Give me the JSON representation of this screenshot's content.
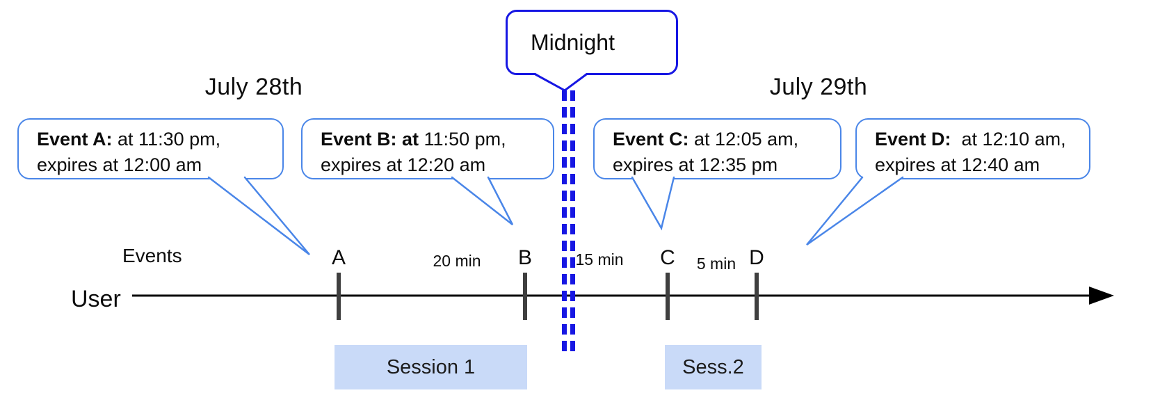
{
  "dates": {
    "left": "July 28th",
    "right": "July 29th"
  },
  "midnight_callout": {
    "label": "Midnight"
  },
  "event_callouts": [
    {
      "bold": "Event A:",
      "line1_rest": " at 11:30 pm,",
      "line2": "expires at 12:00 am"
    },
    {
      "bold": "Event B: at",
      "line1_rest": " 11:50 pm,",
      "line2": "expires at 12:20 am"
    },
    {
      "bold": "Event C:",
      "line1_rest": " at 12:05 am,",
      "line2": "expires at 12:35 pm"
    },
    {
      "bold": "Event D:",
      "line1_rest": "  at 12:10 am,",
      "line2": "expires at 12:40 am"
    }
  ],
  "axis": {
    "events_label": "Events",
    "user_label": "User"
  },
  "ticks": [
    {
      "label": "A"
    },
    {
      "label": "B"
    },
    {
      "label": "C"
    },
    {
      "label": "D"
    }
  ],
  "intervals": [
    {
      "label": "20 min"
    },
    {
      "label": "15 min"
    },
    {
      "label": "5 min"
    }
  ],
  "sessions": [
    {
      "label": "Session 1"
    },
    {
      "label": "Sess.2"
    }
  ],
  "colors": {
    "callout_border": "#4a86e8",
    "midnight_blue": "#1717e3",
    "session_fill": "#c9daf8",
    "tick_color": "#3f3f3f",
    "timeline_color": "#000000",
    "text_color": "#000000"
  }
}
